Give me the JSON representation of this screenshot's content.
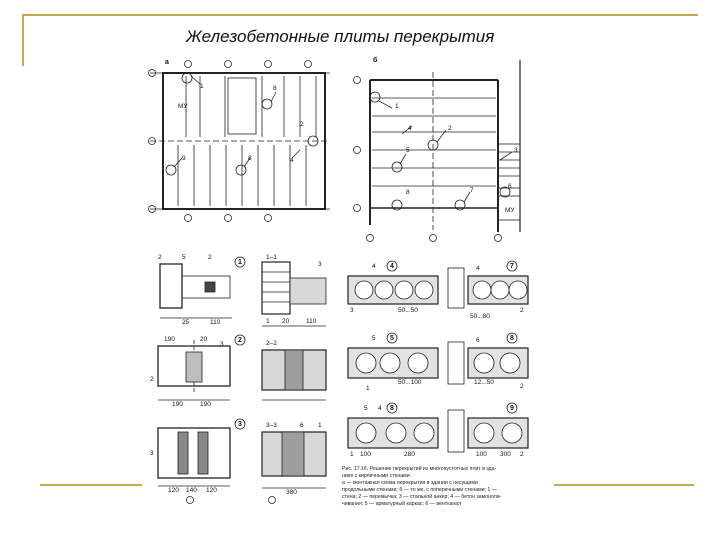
{
  "slide": {
    "title": "Железобетонные плиты перекрытия",
    "accent_color": "#c8a84b"
  },
  "plan_a": {
    "label": "а",
    "callouts": [
      "1",
      "8",
      "МУ",
      "2",
      "9",
      "8",
      "4"
    ]
  },
  "plan_b": {
    "label": "б",
    "callouts": [
      "1",
      "4",
      "2",
      "5",
      "3",
      "8",
      "7",
      "6",
      "МУ"
    ]
  },
  "details_left": {
    "row1": {
      "labels": [
        "2",
        "5",
        "2",
        "1",
        "1–1",
        "3",
        "1",
        "20",
        "110",
        "25",
        "110"
      ]
    },
    "row2": {
      "labels": [
        "190",
        "20",
        "3",
        "2",
        "2–2",
        "2",
        "190",
        "190"
      ]
    },
    "row3": {
      "labels": [
        "3",
        "3–3",
        "6",
        "1",
        "3",
        "120",
        "140",
        "120",
        "380"
      ]
    }
  },
  "details_right": {
    "row1": {
      "labels": [
        "4",
        "4",
        "7",
        "4",
        "3",
        "2",
        "50...50",
        "50...80"
      ]
    },
    "row2": {
      "labels": [
        "5",
        "5",
        "8",
        "6",
        "2",
        "1",
        "50...100",
        "12...50"
      ]
    },
    "row3": {
      "labels": [
        "5",
        "4",
        "8",
        "9",
        "1",
        "2",
        "100",
        "280",
        "100",
        "300"
      ]
    }
  },
  "caption": {
    "lines": [
      "Рис. 17.16. Решение перекрытий из многопустотных плит в зда-",
      "ниях с кирпичными стенами:",
      "а — монтажная схема перекрытия в здании с несущими",
      "продольными стенами; б — то же, с поперечными стенами; 1 —",
      "стена; 2 — перемычка; 3 — стальной анкер; 4 — бетон замоноли-",
      "чивания; 5 — арматурный каркас; 6 — вентканал"
    ]
  }
}
